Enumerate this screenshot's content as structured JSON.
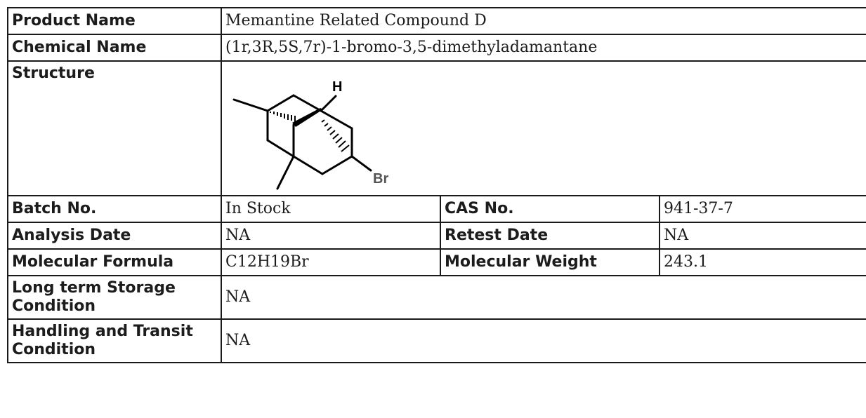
{
  "rows": {
    "product_name": {
      "label": "Product Name",
      "value": "Memantine Related Compound D"
    },
    "chemical_name": {
      "label": "Chemical Name",
      "value": "(1r,3R,5S,7r)-1-bromo-3,5-dimethyladamantane"
    },
    "structure": {
      "label": "Structure",
      "atoms": {
        "h": "H",
        "br": "Br"
      }
    },
    "batch_no": {
      "label": "Batch No.",
      "value": "In Stock"
    },
    "cas_no": {
      "label": "CAS No.",
      "value": "941-37-7"
    },
    "analysis_date": {
      "label": "Analysis Date",
      "value": "NA"
    },
    "retest_date": {
      "label": "Retest Date",
      "value": "NA"
    },
    "molecular_formula": {
      "label": "Molecular Formula",
      "value": "C12H19Br"
    },
    "molecular_weight": {
      "label": "Molecular Weight",
      "value": "243.1"
    },
    "storage": {
      "label": "Long term Storage Condition",
      "value": "NA"
    },
    "handling": {
      "label": "Handling and Transit Condition",
      "value": "NA"
    }
  }
}
